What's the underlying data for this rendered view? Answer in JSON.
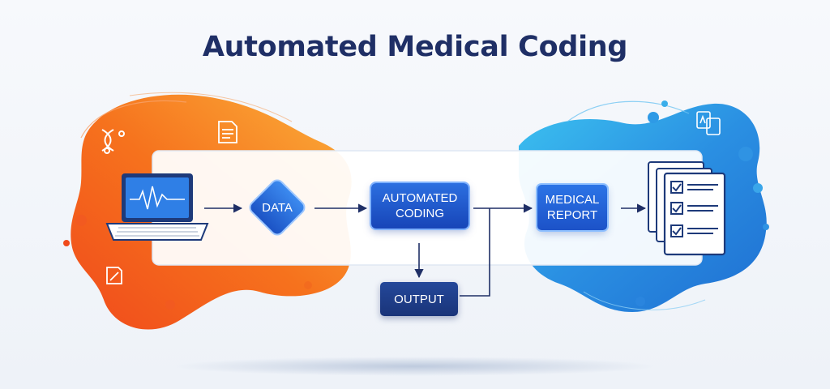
{
  "title": "Automated Medical Coding",
  "nodes": {
    "data": "DATA",
    "automated_coding": "AUTOMATED\nCODING",
    "medical_report": "MEDICAL\nREPORT",
    "output": "OUTPUT"
  },
  "colors": {
    "title": "#1f2f66",
    "left_blob": "#f36a1f",
    "right_blob": "#2f8fe0",
    "node_blue": "#1f55c8",
    "output_navy": "#1a3479",
    "arrow": "#1f2f66"
  },
  "icons": {
    "left_blob": [
      "dna-icon",
      "document-icon",
      "edit-document-icon"
    ],
    "right_blob": [
      "translate-document-icon"
    ],
    "input": "laptop-waveform-icon",
    "result": "checklist-documents-icon"
  }
}
